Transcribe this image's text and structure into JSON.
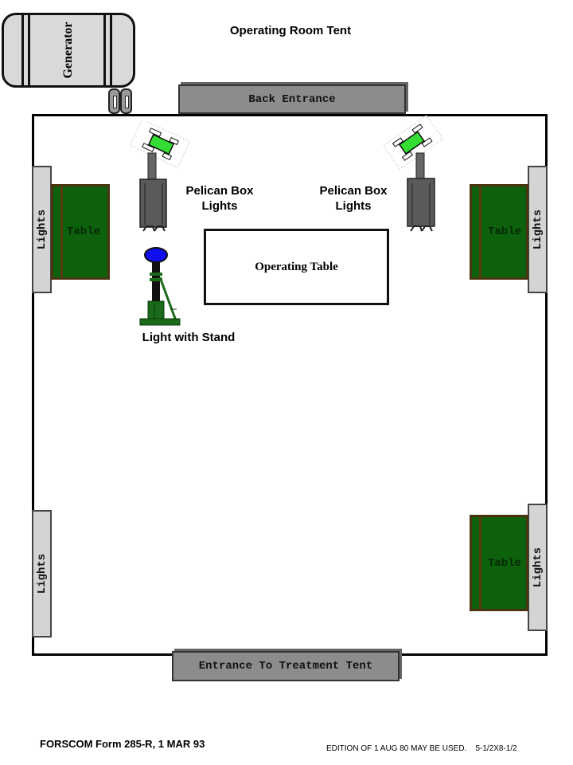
{
  "title": "Operating Room Tent",
  "generator": {
    "label": "Generator"
  },
  "entrances": {
    "back": "Back Entrance",
    "front": "Entrance To Treatment Tent"
  },
  "lights_bars": [
    {
      "label": "Lights",
      "position": "left-top"
    },
    {
      "label": "Lights",
      "position": "right-top"
    },
    {
      "label": "Lights",
      "position": "left-bottom"
    },
    {
      "label": "Lights",
      "position": "right-bottom"
    }
  ],
  "side_tables": [
    {
      "label": "Table",
      "position": "left-top"
    },
    {
      "label": "Table",
      "position": "right-top"
    },
    {
      "label": "Table",
      "position": "right-bottom"
    }
  ],
  "operating_table": {
    "label": "Operating Table"
  },
  "pelican_lights": [
    {
      "line1": "Pelican Box",
      "line2": "Lights"
    },
    {
      "line1": "Pelican Box",
      "line2": "Lights"
    }
  ],
  "stand_light": {
    "label": "Light with Stand"
  },
  "footer": {
    "form": "FORSCOM Form 285-R, 1 MAR 93",
    "edition": "EDITION OF 1 AUG 80 MAY BE USED.    5-1/2X8-1/2"
  },
  "colors": {
    "table_green": "#0d610d",
    "lights_gray": "#d4d4d4",
    "entrance_gray": "#8c8c8c",
    "generator_gray": "#d9d9d9",
    "lamp_blue": "#1010ee",
    "lamp_green": "#33dd33"
  }
}
